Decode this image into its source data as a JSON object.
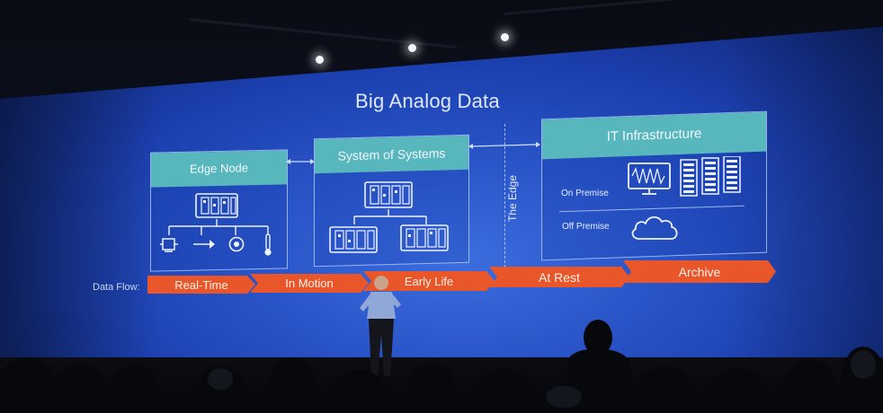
{
  "slide": {
    "title": "Big Analog Data",
    "boxes": {
      "edge_node": "Edge Node",
      "system_of_systems": "System of Systems",
      "it_infrastructure": "IT Infrastructure"
    },
    "edge_label": "The Edge",
    "on_premise": "On Premise",
    "off_premise": "Off Premise",
    "data_flow_label": "Data Flow:",
    "data_flow_stages": [
      "Real-Time",
      "In Motion",
      "Early Life",
      "At Rest",
      "Archive"
    ]
  },
  "colors": {
    "screen_blue": "#2a55c8",
    "box_header_teal": "#58b6bd",
    "flow_orange": "#e8562a"
  },
  "icons": {
    "chassis": "chassis-icon",
    "motor": "motor-icon",
    "arrow": "arrow-icon",
    "gear": "gear-icon",
    "thermometer": "thermometer-icon",
    "monitor": "monitor-icon",
    "server_rack": "server-rack-icon",
    "cloud": "cloud-icon"
  }
}
